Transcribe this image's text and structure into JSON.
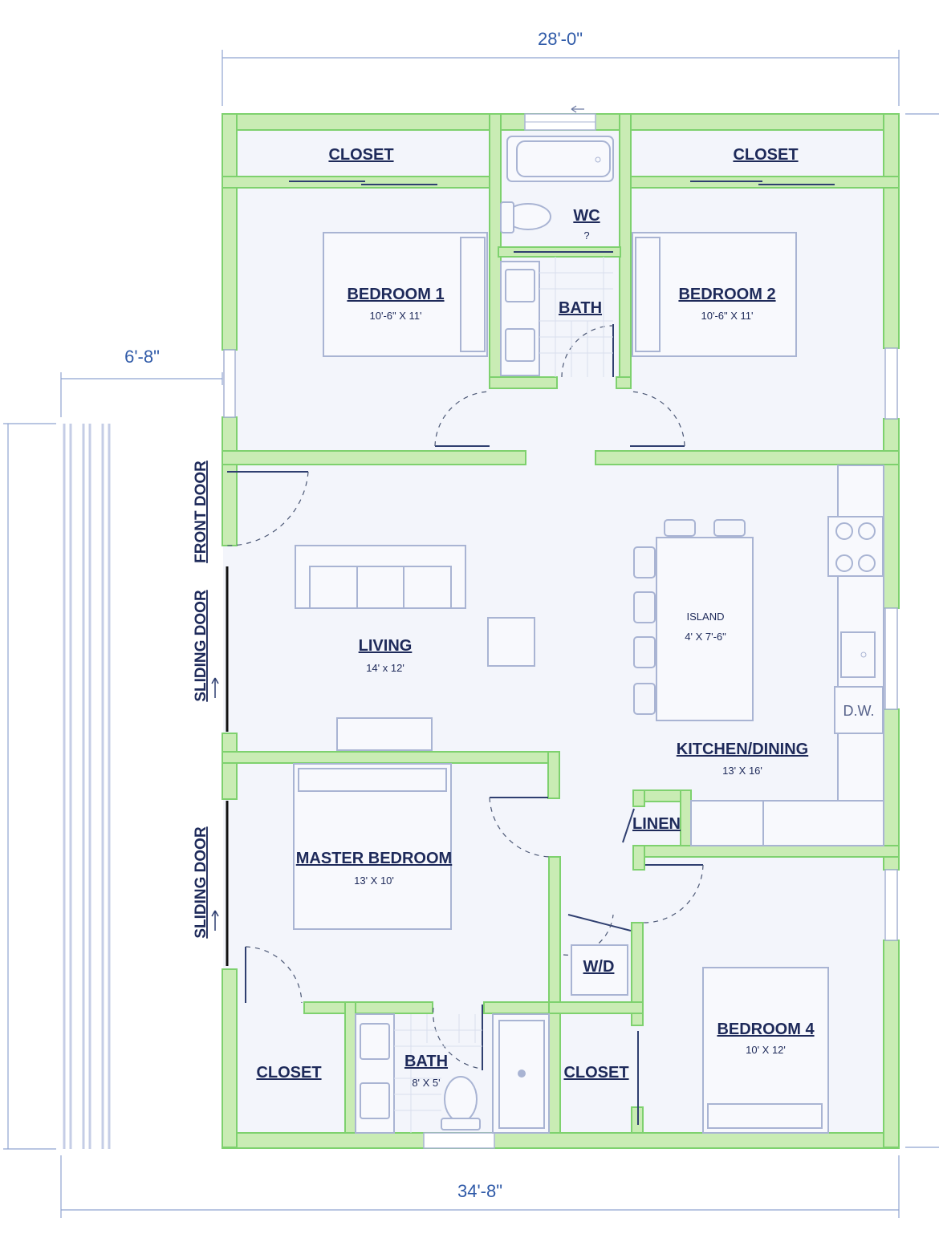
{
  "dimensions": {
    "top_width": "28'-0\"",
    "bottom_width": "34'-8\"",
    "deck_width": "6'-8\""
  },
  "rooms": {
    "closet_top_left": "CLOSET",
    "closet_top_right": "CLOSET",
    "wc": "WC",
    "wc_symbol": "?",
    "bedroom1": {
      "name": "BEDROOM 1",
      "size": "10'-6\" X 11'"
    },
    "bedroom2": {
      "name": "BEDROOM 2",
      "size": "10'-6\" X 11'"
    },
    "bath_top": "BATH",
    "living": {
      "name": "LIVING",
      "size": "14' x 12'"
    },
    "island": {
      "name": "ISLAND",
      "size": "4' X 7'-6\""
    },
    "kitchen": {
      "name": "KITCHEN/DINING",
      "size": "13' X 16'"
    },
    "dishwasher": "D.W.",
    "linen": "LINEN",
    "master": {
      "name": "MASTER BEDROOM",
      "size": "13' X 10'"
    },
    "wd": "W/D",
    "bedroom4": {
      "name": "BEDROOM 4",
      "size": "10' X 12'"
    },
    "closet_bottom_left": "CLOSET",
    "bath_bottom": {
      "name": "BATH",
      "size": "8' X 5'"
    },
    "closet_bottom_mid": "CLOSET"
  },
  "doors": {
    "front": "FRONT DOOR",
    "sliding_upper": "SLIDING DOOR",
    "sliding_lower": "SLIDING DOOR"
  },
  "colors": {
    "wall": "#c9ecb4",
    "wall_edge": "#7ed16e",
    "floor": "#f3f5fb",
    "label": "#1e2a5a",
    "dimension": "#2f5aa8"
  }
}
